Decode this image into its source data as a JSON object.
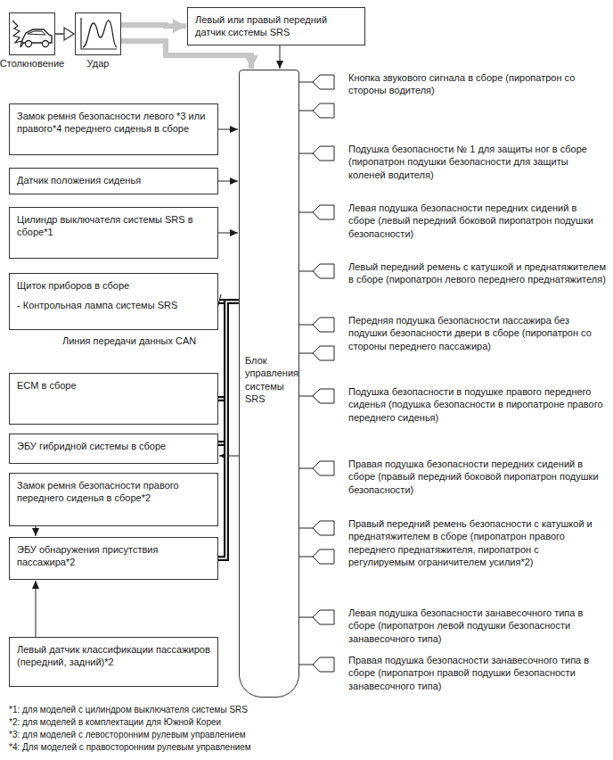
{
  "diagram": {
    "nodes": [
      {
        "text": [
          "Столкновение"
        ]
      },
      {
        "text": [
          "Удар"
        ]
      },
      {
        "text": [
          "Левый или правый передний датчик системы SRS"
        ]
      },
      {
        "text": [
          "Замок ремня безопасности левого *3 или правого*4 переднего сиденья в сборе"
        ]
      },
      {
        "text": [
          "Датчик положения сиденья"
        ]
      },
      {
        "text": [
          "Цилиндр выключателя системы SRS в сборе*1"
        ]
      },
      {
        "text": [
          "Щиток приборов в сборе",
          "- Контрольная лампа системы SRS"
        ]
      },
      {
        "text": [
          "ECM в сборе"
        ]
      },
      {
        "text": [
          "ЭБУ гибридной системы в сборе"
        ]
      },
      {
        "text": [
          "Замок ремня безопасности правого переднего сиденья в сборе*2"
        ]
      },
      {
        "text": [
          "ЭБУ обнаружения присутствия пассажира*2"
        ]
      },
      {
        "text": [
          "Левый датчик классификации пассажиров (передний, задний)*2"
        ]
      },
      {
        "text": [
          "Блок управления системы SRS"
        ]
      },
      {
        "text": [
          "Кнопка звукового сигнала в сборе (пиропатрон со стороны водителя)"
        ]
      },
      {
        "text": [
          "Подушка безопасности № 1 для защиты ног в сборе (пиропатрон подушки безопасности для защиты коленей водителя)"
        ]
      },
      {
        "text": [
          "Левая подушка безопасности передних сидений в сборе (левый передний боковой пиропатрон подушки безопасности)"
        ]
      },
      {
        "text": [
          "Левый передний ремень с катушкой и преднатяжителем в сборе (пиропатрон левого переднего преднатяжителя)"
        ]
      },
      {
        "text": [
          "Передняя подушка безопасности пассажира без подушки безопасности двери в сборе (пиропатрон со стороны переднего пассажира)"
        ]
      },
      {
        "text": [
          "Подушка безопасности в подушке правого переднего сиденья (подушка безопасности в пиропатроне правого переднего сиденья)"
        ]
      },
      {
        "text": [
          "Правая подушка безопасности передних сидений в сборе (правый передний боковой пиропатрон подушки безопасности)"
        ]
      },
      {
        "text": [
          "Правый передний ремень безопасности с катушкой и преднатяжителем в сборе (пиропатрон правого переднего преднатяжителя, пиропатрон с регулируемым ограничителем усилия*2)"
        ]
      },
      {
        "text": [
          "Левая подушка безопасности занавесочного типа в сборе (пиропатрон левой подушки безопасности занавесочного типа)"
        ]
      },
      {
        "text": [
          "Правая подушка безопасности занавесочного типа в сборе (пиропатрон правой подушки безопасности занавесочного типа)"
        ]
      }
    ],
    "edges": [
      {
        "from": 0,
        "to": 1,
        "arrow": "to"
      },
      {
        "from": 1,
        "to": 2,
        "arrow": "to"
      },
      {
        "from": 1,
        "to": 12,
        "arrow": "to"
      },
      {
        "from": 2,
        "to": 12,
        "arrow": "to"
      },
      {
        "from": 3,
        "to": 12,
        "arrow": "to"
      },
      {
        "from": 4,
        "to": 12,
        "arrow": "to"
      },
      {
        "from": 5,
        "to": 12,
        "arrow": "to"
      },
      {
        "from": 6,
        "to": 12,
        "arrow": "none"
      },
      {
        "from": 7,
        "to": 12,
        "arrow": "none"
      },
      {
        "from": 8,
        "to": 12,
        "arrow": "none"
      },
      {
        "from": 12,
        "to": 8,
        "arrow": "to"
      },
      {
        "from": 9,
        "to": 10,
        "arrow": "to"
      },
      {
        "from": 11,
        "to": 10,
        "arrow": "to"
      },
      {
        "from": 10,
        "to": 12,
        "arrow": "none"
      },
      {
        "from": 12,
        "to": 13,
        "arrow": "none"
      },
      {
        "from": 12,
        "to": 14,
        "arrow": "none"
      },
      {
        "from": 12,
        "to": 15,
        "arrow": "none"
      },
      {
        "from": 12,
        "to": 16,
        "arrow": "none"
      },
      {
        "from": 12,
        "to": 17,
        "arrow": "none"
      },
      {
        "from": 12,
        "to": 18,
        "arrow": "none"
      },
      {
        "from": 12,
        "to": 19,
        "arrow": "none"
      },
      {
        "from": 12,
        "to": 20,
        "arrow": "none"
      },
      {
        "from": 12,
        "to": 21,
        "arrow": "none"
      },
      {
        "from": 12,
        "to": 22,
        "arrow": "none"
      }
    ],
    "labels": [
      "Линия передачи данных CAN",
      "*1: для моделей с цилиндром выключателя системы SRS",
      "*2: для моделей в комплектации для Южной Кореи",
      "*3: для моделей с левосторонним рулевым управлением",
      "*4: Для моделей с правосторонним рулевым управлением"
    ]
  }
}
